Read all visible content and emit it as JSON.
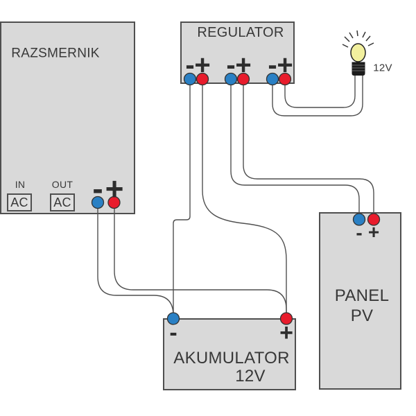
{
  "colors": {
    "background": "#ffffff",
    "box_fill": "#d9d9d9",
    "box_border": "#4f4f4f",
    "ac_box_fill": "#e0e0e0",
    "wire": "#4f4f4f",
    "terminal_neg_blue": "#2a80c4",
    "terminal_pos_red": "#e81c2c",
    "terminal_outline": "#333333",
    "bulb_glass_yellow": "#f2f09e",
    "bulb_base_black": "#1c1c1c",
    "bulb_ray": "#333333",
    "text": "#383838",
    "sign": "#2e2e2e"
  },
  "signs": {
    "minus": "-",
    "plus": "+"
  },
  "inverter": {
    "title": "RAZSMERNIK",
    "in_label": "IN",
    "out_label": "OUT",
    "ac_label": "AC"
  },
  "regulator": {
    "title": "REGULATOR"
  },
  "battery": {
    "title": "AKUMULATOR",
    "voltage": "12V"
  },
  "panel": {
    "title_line1": "PANEL",
    "title_line2": "PV"
  },
  "bulb": {
    "voltage_label": "12V"
  }
}
